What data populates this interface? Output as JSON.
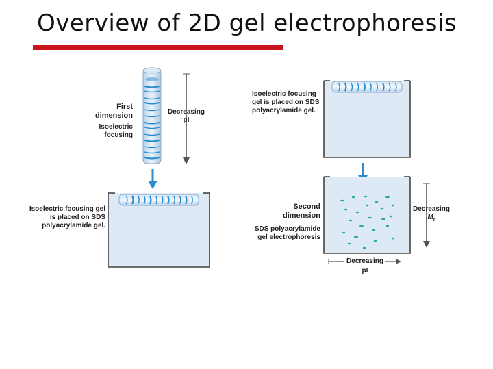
{
  "slide": {
    "title": "Overview of 2D gel electrophoresis"
  },
  "left_panel": {
    "first_dimension": "First dimension",
    "isoelectric_focusing": "Isoelectric focusing",
    "decreasing_pi": "Decreasing pI",
    "placed_caption": "Isoelectric focusing gel is placed on SDS polyacrylamide gel."
  },
  "right_panel": {
    "placed_caption": "Isoelectric focusing gel is placed on SDS polyacrylamide gel.",
    "second_dimension": "Second dimension",
    "sds_page": "SDS polyacrylamide gel electrophoresis",
    "decreasing_mr_word": "Decreasing",
    "decreasing_mr_symbol": "M",
    "decreasing_mr_sub": "r",
    "decreasing_pi_word": "Decreasing",
    "decreasing_pi_symbol": "pI"
  },
  "colors": {
    "accent_red": "#c8141c",
    "gel_fill": "#dde9f5",
    "band_blue": "#2a8ccf",
    "arrow_blue": "#2a8ccf",
    "spot_teal": "#2aa6a8"
  }
}
